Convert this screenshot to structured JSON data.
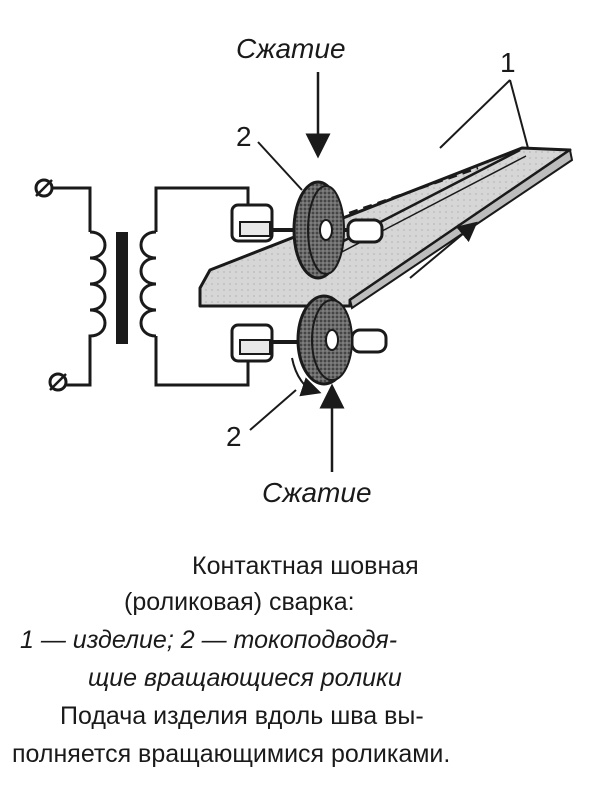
{
  "diagram": {
    "label_compression_top": "Сжатие",
    "label_compression_bottom": "Сжатие",
    "label_part_number": "1",
    "label_roller_number_top": "2",
    "label_roller_number_bottom": "2"
  },
  "caption": {
    "title_line1": "Контактная шовная",
    "title_line2": "(роликовая) сварка:",
    "legend_line1": "1 — изделие; 2 — токоподводя-",
    "legend_line2": "щие вращающиеся ролики",
    "note_line1": "Подача изделия вдоль шва вы-",
    "note_line2": "полняется вращающимися роликами."
  },
  "colors": {
    "ink": "#1a1a1a",
    "plate_fill": "#cfcfcf",
    "roller_fill": "#555555"
  }
}
